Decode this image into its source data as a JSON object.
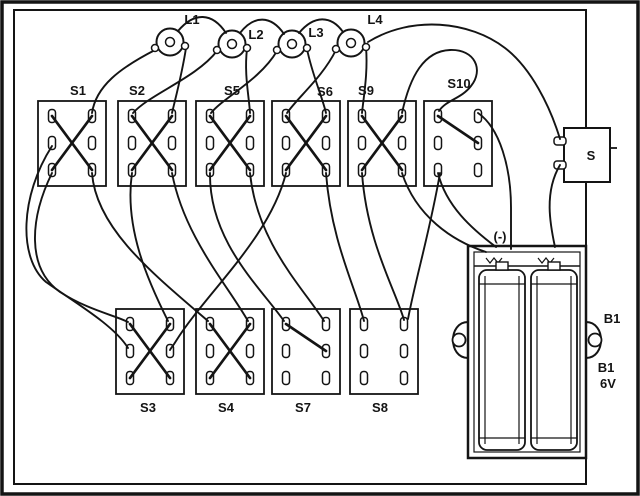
{
  "colors": {
    "ink": "#141414",
    "paper": "#ffffff"
  },
  "labels": {
    "l1": "L1",
    "l2": "L2",
    "l3": "L3",
    "l4": "L4",
    "s1": "S1",
    "s2": "S2",
    "s5": "S5",
    "s6": "S6",
    "s9": "S9",
    "s10": "S10",
    "s3": "S3",
    "s4": "S4",
    "s7": "S7",
    "s8": "S8",
    "power_switch": "S",
    "battery_polarity": "(-)",
    "battery_b1": "B1",
    "battery_rating_line1": "B1",
    "battery_rating_line2": "6V"
  },
  "components": {
    "lamps": [
      "L1",
      "L2",
      "L3",
      "L4"
    ],
    "top_switches": [
      "S1",
      "S2",
      "S5",
      "S6",
      "S9",
      "S10"
    ],
    "bottom_switches": [
      "S3",
      "S4",
      "S7",
      "S8"
    ],
    "power_switch": "S",
    "battery": "B1 6V"
  }
}
